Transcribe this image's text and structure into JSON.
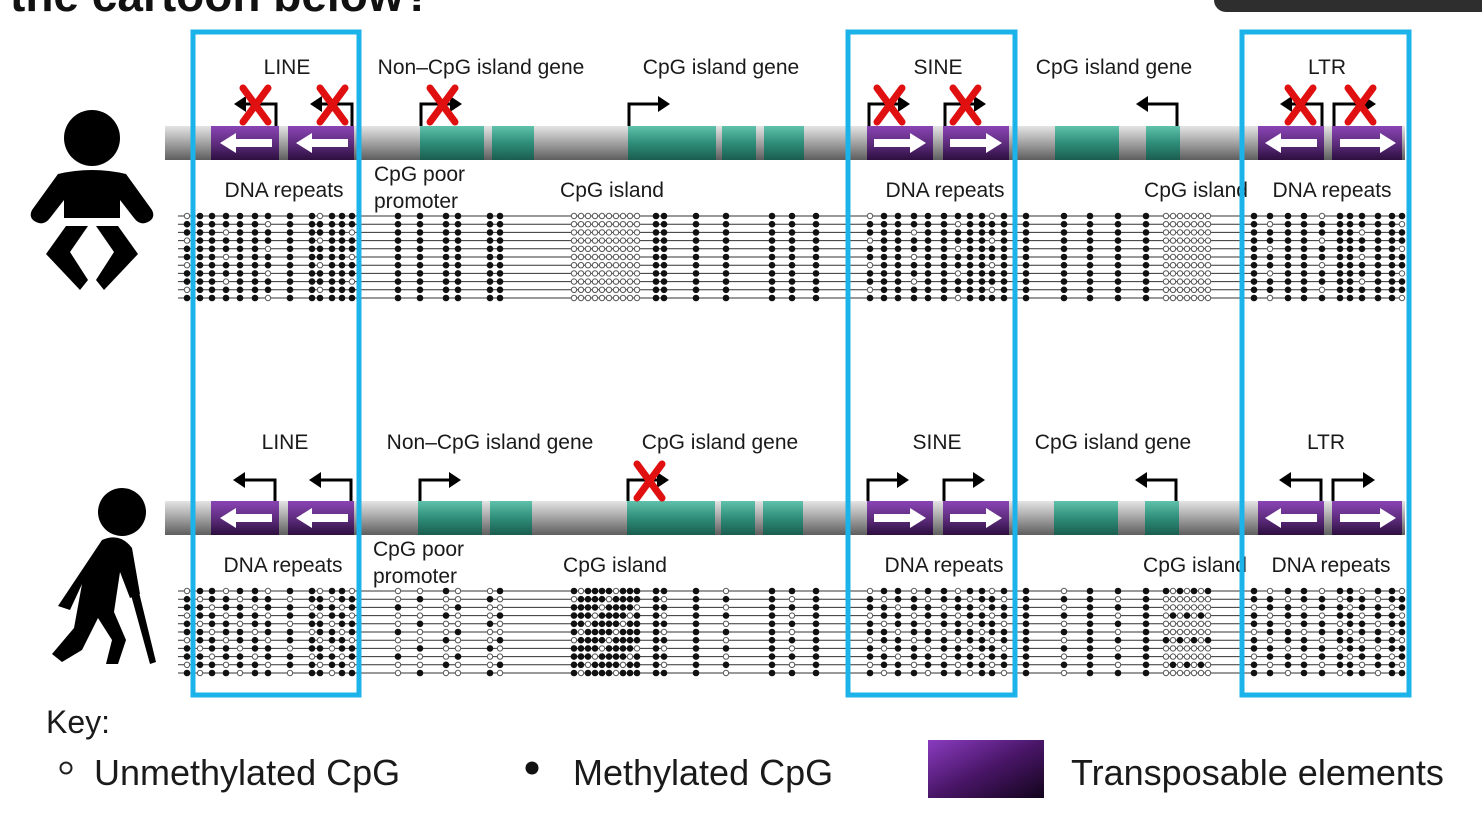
{
  "heading": "the cartoon below?",
  "colors": {
    "highlight_box": "#1cb2ea",
    "chromosome": "#9a9a9a",
    "gene_block": "#2f8d79",
    "transposon": "#5b2a7a",
    "blocked_mark": "#e01010"
  },
  "panels": {
    "young": {
      "person_icon": "baby-icon",
      "regions": {
        "line": "LINE",
        "non_cpg_gene": "Non–CpG island gene",
        "cpg_gene_a": "CpG island gene",
        "sine": "SINE",
        "cpg_gene_b": "CpG island gene",
        "ltr": "LTR"
      },
      "annotations": {
        "repeats_1": "DNA repeats",
        "poor_promoter_1": "CpG poor",
        "poor_promoter_2": "promoter",
        "island_a": "CpG island",
        "repeats_2": "DNA repeats",
        "island_b": "CpG island",
        "repeats_3": "DNA repeats"
      }
    },
    "old": {
      "person_icon": "elderly-person-icon",
      "regions": {
        "line": "LINE",
        "non_cpg_gene": "Non–CpG island gene",
        "cpg_gene_a": "CpG island gene",
        "sine": "SINE",
        "cpg_gene_b": "CpG island gene",
        "ltr": "LTR"
      },
      "annotations": {
        "repeats_1": "DNA repeats",
        "poor_promoter_1": "CpG poor",
        "poor_promoter_2": "promoter",
        "island_a": "CpG island",
        "repeats_2": "DNA repeats",
        "island_b": "CpG island",
        "repeats_3": "DNA repeats"
      }
    }
  },
  "key": {
    "title": "Key:",
    "unmethylated": "Unmethylated CpG",
    "methylated": "Methylated CpG",
    "transposable": "Transposable elements"
  }
}
